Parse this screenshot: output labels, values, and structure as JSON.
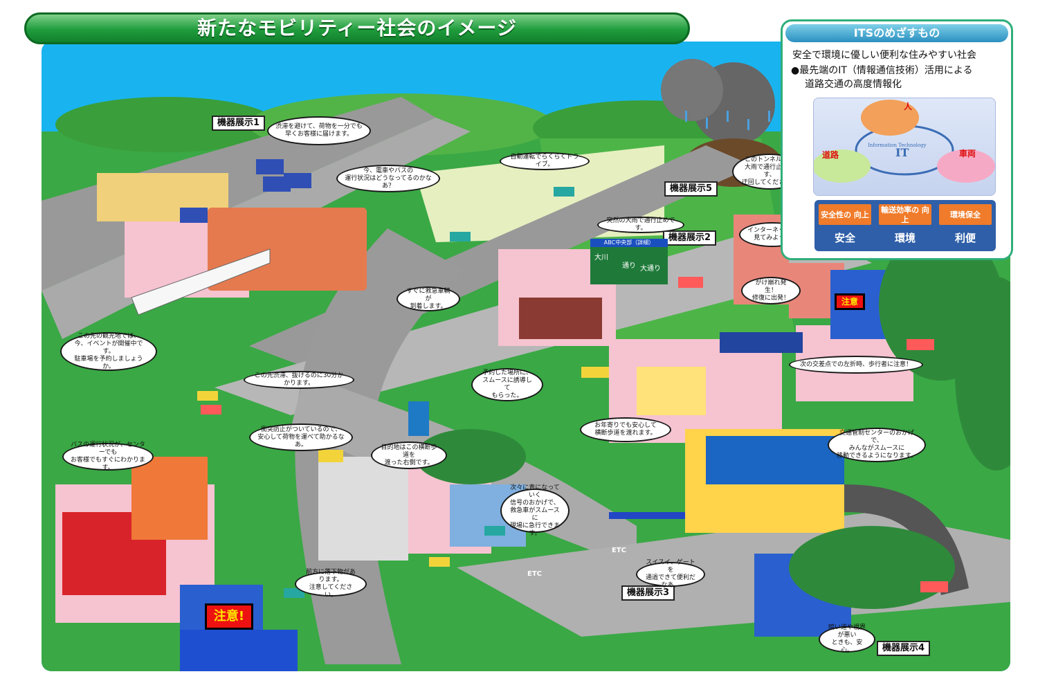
{
  "title": "新たなモビリティー社会のイメージ",
  "its": {
    "heading": "ITSのめざすもの",
    "line1": "安全で環境に優しい便利な住みやすい社会",
    "line2": "●最先端のIT（情報通信技術）活用による",
    "line3": "道路交通の高度情報化",
    "nodes": {
      "person": "人",
      "road": "道路",
      "vehicle": "車両",
      "center": "IT",
      "ring": "Information Technology"
    },
    "benefits": [
      {
        "label": "安全性の\n向上",
        "result": "安全"
      },
      {
        "label": "輸送効率の\n向上",
        "result": "環境"
      },
      {
        "label": "環境保全",
        "result": "利便"
      }
    ],
    "colors": {
      "accent": "#2f5fa8",
      "chip": "#f07b2a"
    }
  },
  "exhibits": [
    "機器展示1",
    "機器展示2",
    "機器展示3",
    "機器展示4",
    "機器展示5"
  ],
  "bubbles": [
    "渋滞を避けて、荷物を一分でも\n早くお客様に届けます。",
    "今、電車やバスの\n運行状況はどうなってるのかなあ？",
    "自動運転でらくらくドライブ。",
    "このトンネルの先\n大雨で通行止めです、\n迂回してください。",
    "突然の大雨で通行止めです。",
    "インターネットで\n見てみよう。",
    "がけ崩れ発生！\n修復に出発！",
    "すぐに救急車輌が\n到着します。",
    "この先の観光地では、\n今、イベントが開催中です。\n駐車場を予約しましょうか。",
    "予約した場所に、\nスムースに誘導して\nもらった。",
    "この先渋滞、抜けるのに30分かかります。",
    "次の交差点での左折時、歩行者に注意！",
    "衝突防止がついているので、\n安心して荷物を運べて助かるなあ。",
    "目的地はこの横断歩道を\n渡った右側です。",
    "お年寄りでも安心して\n横断歩道を渡れます。",
    "交通管制センターのおかげで、\nみんながスムースに\n移動できるようになります。",
    "バスの運行状況が、センターでも\nお客様でもすぐにわかります。",
    "次々に青になっていく\n信号のおかげで、\n救急車がスムースに\n現場に急行できます。",
    "スイスイ、ゲートを\n通過できて便利だなあ。",
    "前方に落下物があります。\n注意してください。",
    "暗い道や視界が悪い\nときも、安心。"
  ],
  "road_sign": {
    "header": "ABC中央部（詳細）",
    "left": "大川",
    "mid": "通り",
    "right": "大通り"
  },
  "warnings": {
    "big": "注意!",
    "small": "注意"
  },
  "etc_label": "ETC"
}
